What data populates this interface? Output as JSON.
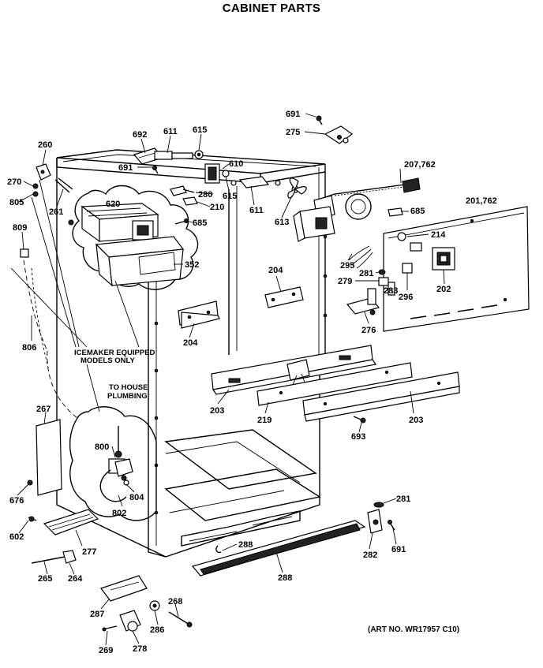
{
  "header": {
    "title": "CABINET PARTS"
  },
  "footer": {
    "art_no": "(ART NO. WR17957 C10)"
  },
  "notes": {
    "icemaker": [
      "ICEMAKER EQUIPPED",
      "MODELS ONLY"
    ],
    "plumbing": [
      "TO HOUSE",
      "PLUMBING"
    ]
  },
  "callouts": {
    "c691a": "691",
    "c275": "275",
    "c692": "692",
    "c611a": "611",
    "c615a": "615",
    "c260": "260",
    "c691b": "691",
    "c610": "610",
    "c207": "207,762",
    "c270": "270",
    "c805": "805",
    "c261": "261",
    "c620": "620",
    "c280": "280",
    "c615b": "615",
    "c210": "210",
    "c611b": "611",
    "c613": "613",
    "c685a": "685",
    "c201": "201,762",
    "c685b": "685",
    "c809": "809",
    "c214": "214",
    "c352": "352",
    "c204a": "204",
    "c295": "295",
    "c281a": "281",
    "c202": "202",
    "c279": "279",
    "c296": "296",
    "c283": "283",
    "c204b": "204",
    "c806": "806",
    "c276": "276",
    "c203a": "203",
    "c219": "219",
    "c203b": "203",
    "c693": "693",
    "c267": "267",
    "c800": "800",
    "c804": "804",
    "c802": "802",
    "c676": "676",
    "c281b": "281",
    "c602": "602",
    "c277": "277",
    "c288a": "288",
    "c282": "282",
    "c691c": "691",
    "c265": "265",
    "c264": "264",
    "c288b": "288",
    "c268": "268",
    "c287": "287",
    "c286": "286",
    "c269": "269",
    "c278": "278"
  }
}
